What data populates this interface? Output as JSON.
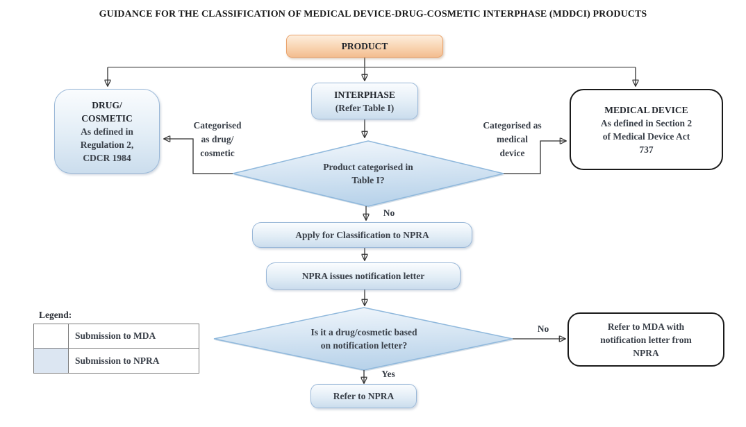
{
  "title": "GUIDANCE FOR THE CLASSIFICATION OF MEDICAL DEVICE-DRUG-COSMETIC INTERPHASE (MDDCI) PRODUCTS",
  "nodes": {
    "product": {
      "label": "PRODUCT"
    },
    "interphase": {
      "heading": "INTERPHASE",
      "sub": "(Refer Table I)"
    },
    "drug_cosmetic": {
      "heading_lines": [
        "DRUG/",
        "COSMETIC"
      ],
      "body_lines": [
        "As defined in",
        "Regulation 2,",
        "CDCR 1984"
      ]
    },
    "medical_device": {
      "heading": "MEDICAL DEVICE",
      "body_lines": [
        "As defined in Section 2",
        "of Medical Device Act",
        "737"
      ]
    },
    "decision_table1": {
      "lines": [
        "Product categorised in",
        "Table I?"
      ]
    },
    "apply_classification": {
      "label": "Apply for Classification to NPRA"
    },
    "npra_letter": {
      "label": "NPRA issues notification letter"
    },
    "decision_notification": {
      "lines": [
        "Is it a drug/cosmetic based",
        "on notification letter?"
      ]
    },
    "refer_mda": {
      "lines": [
        "Refer to MDA with",
        "notification letter from",
        "NPRA"
      ]
    },
    "refer_npra": {
      "label": "Refer to NPRA"
    }
  },
  "edge_labels": {
    "categorised_drug": {
      "lines": [
        "Categorised",
        "as drug/",
        "cosmetic"
      ]
    },
    "categorised_medical": {
      "lines": [
        "Categorised as",
        "medical",
        "device"
      ]
    },
    "no_table": "No",
    "no_notification": "No",
    "yes_notification": "Yes"
  },
  "legend": {
    "title": "Legend:",
    "rows": [
      {
        "label": "Submission to MDA",
        "swatch_color": "#ffffff"
      },
      {
        "label": "Submission to NPRA",
        "swatch_color": "#dce6f2"
      }
    ]
  },
  "colors": {
    "product_fill_top": "#fdeedd",
    "product_fill_bottom": "#f3bd90",
    "product_border": "#e9a26b",
    "blue_fill_top": "#fafcfe",
    "blue_fill_bottom": "#cbdded",
    "blue_border": "#9ab8d8",
    "diamond_fill_top": "#f2f7fc",
    "diamond_fill_bottom": "#b9d3ea",
    "diamond_border": "#8fb8dc",
    "outline_border": "#1a1a1a",
    "connector": "#2f2f2f",
    "top_rail": "#7f7f7f"
  }
}
